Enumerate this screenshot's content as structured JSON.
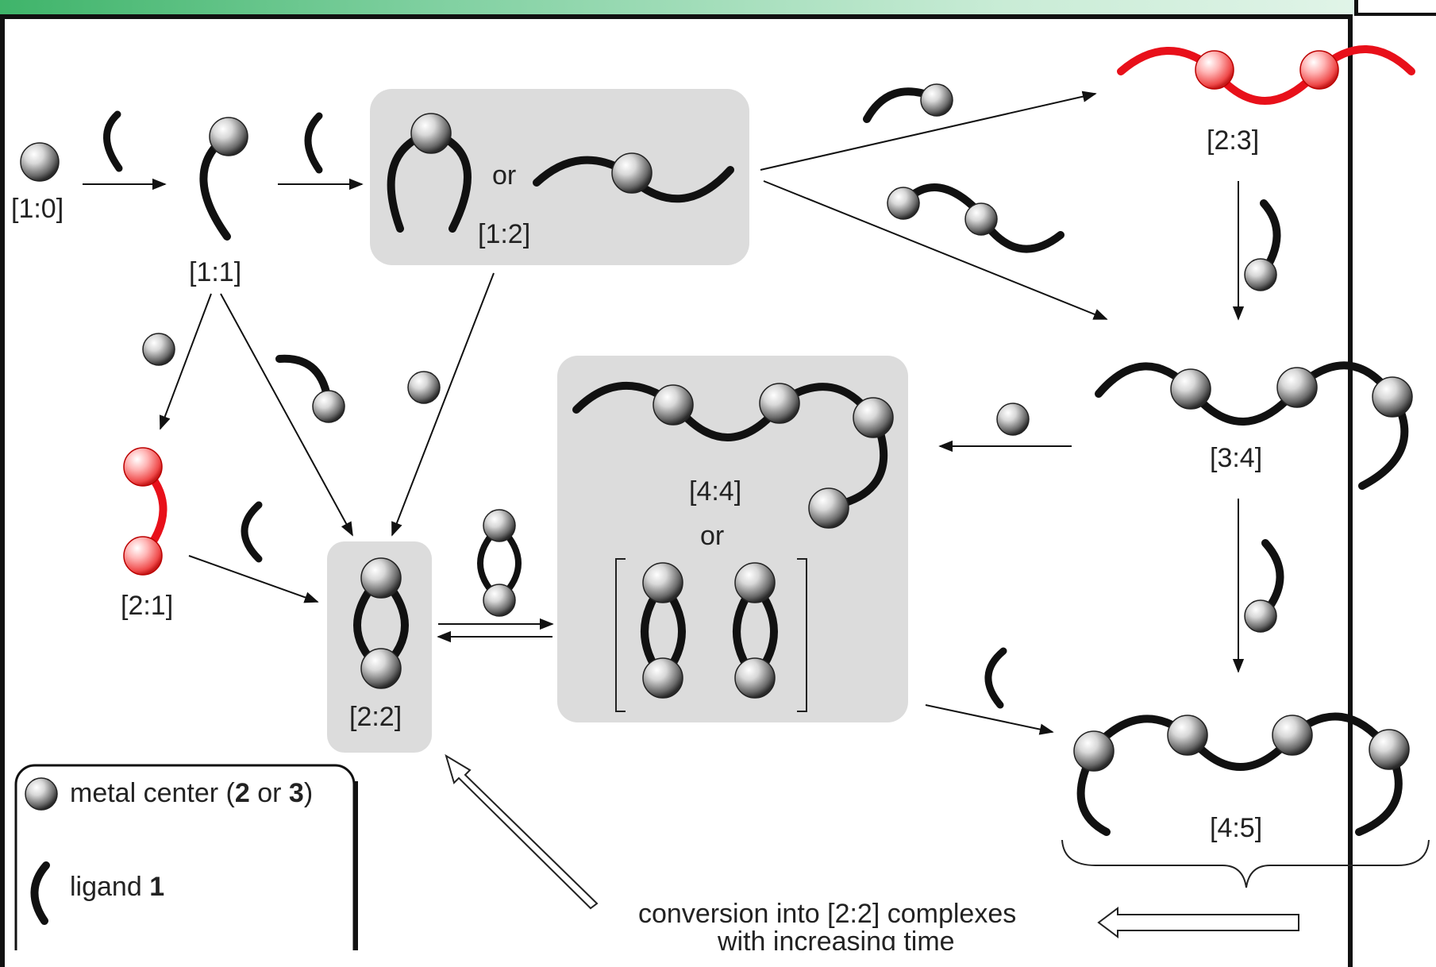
{
  "labels": {
    "s10": "[1:0]",
    "s11": "[1:1]",
    "s12": "[1:2]",
    "or1": "or",
    "s23": "[2:3]",
    "s34": "[3:4]",
    "s21": "[2:1]",
    "s22": "[2:2]",
    "s44": "[4:4]",
    "or2": "or",
    "s45": "[4:5]"
  },
  "legend": {
    "metal_text": "metal center (",
    "metal_bold_a": "2",
    "metal_or": " or ",
    "metal_bold_b": "3",
    "metal_close": ")",
    "ligand_text": "ligand ",
    "ligand_bold": "1"
  },
  "note": {
    "line1": "conversion into [2:2] complexes",
    "line2": "with increasing time"
  },
  "colors": {
    "ligand": "#111111",
    "highlight": "#e8101a",
    "box": "#dcdcdc",
    "metal": "#8a8a8a"
  }
}
